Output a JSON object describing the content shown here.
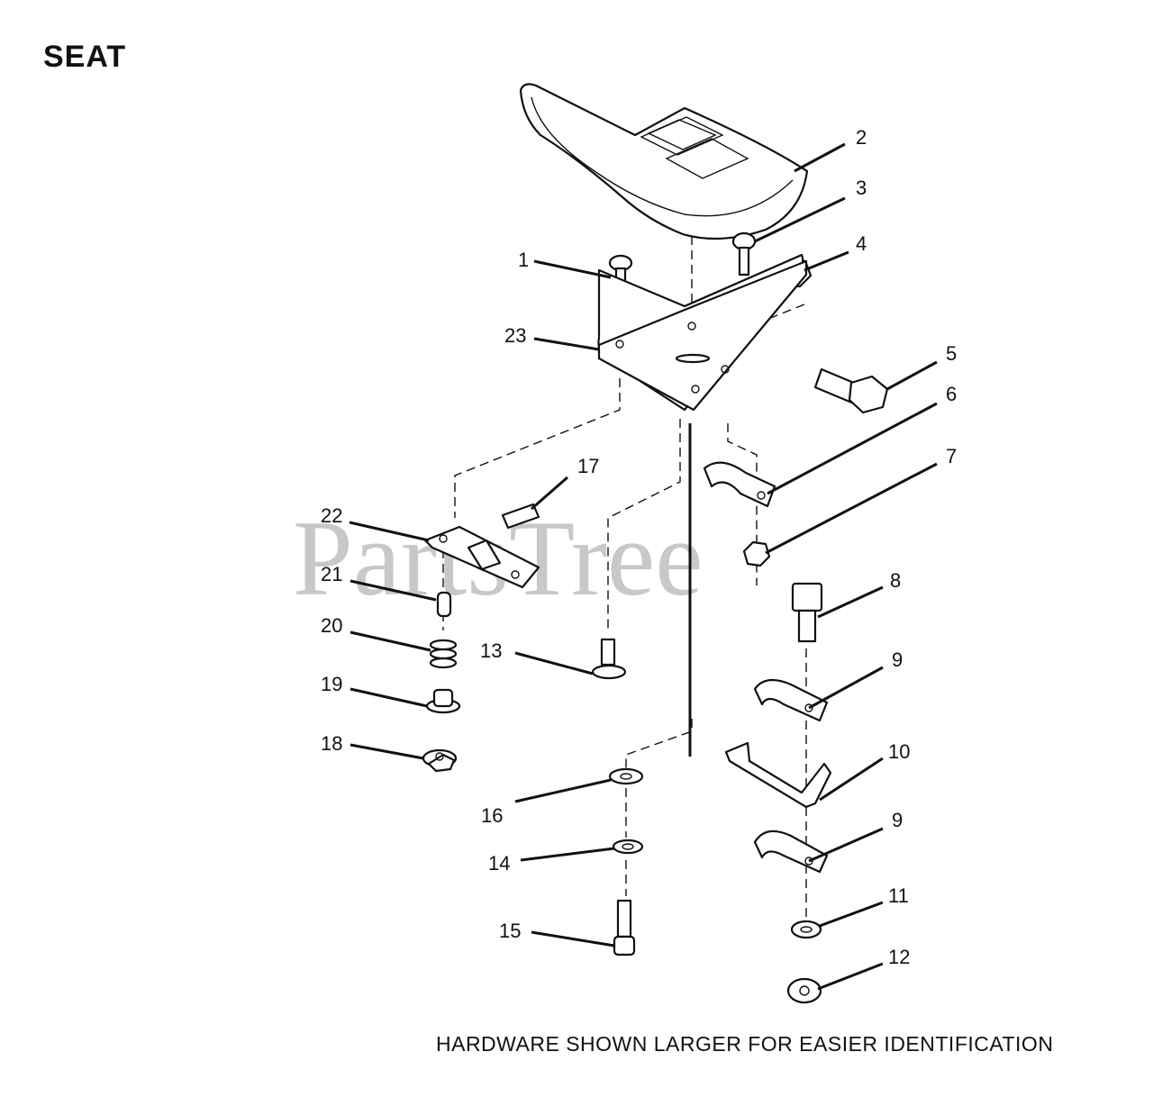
{
  "title": "SEAT",
  "footnote": "HARDWARE SHOWN LARGER FOR EASIER IDENTIFICATION",
  "watermark": "PartsTree",
  "callouts": [
    "1",
    "2",
    "3",
    "4",
    "5",
    "6",
    "7",
    "8",
    "9",
    "10",
    "9",
    "11",
    "12",
    "13",
    "14",
    "15",
    "16",
    "17",
    "18",
    "19",
    "20",
    "21",
    "22",
    "23"
  ]
}
